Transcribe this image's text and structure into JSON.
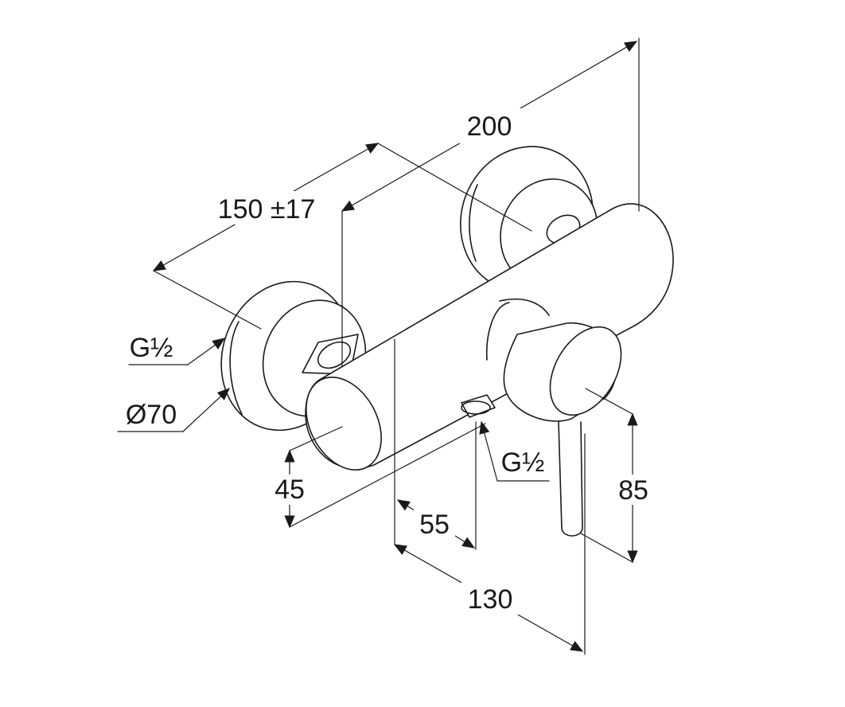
{
  "dimensions": {
    "width_overall": "200",
    "centre_distance": "150 ±17",
    "height_body": "45",
    "offset_outlet": "55",
    "depth": "130",
    "height_handle": "85",
    "inlet_thread_left": "G½",
    "flange_diameter": "Ø70",
    "outlet_thread": "G½"
  },
  "colors": {
    "ink": "#1a1a1a",
    "paper": "#ffffff"
  }
}
